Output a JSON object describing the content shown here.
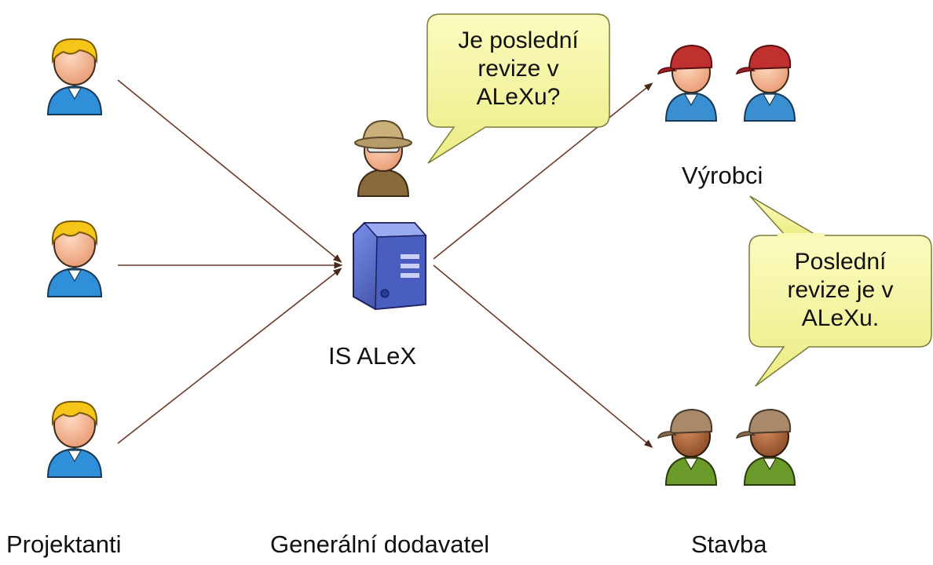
{
  "colors": {
    "background": "#ffffff",
    "connector": "#6b3a2a",
    "bubble_fill": "#f4f49a",
    "bubble_stroke": "#7a7a3a",
    "designer_hair": "#f5c518",
    "designer_shirt": "#2f8fd8",
    "manufacturer_cap": "#c0302e",
    "manufacturer_shirt": "#3a8fd0",
    "site_cap": "#a88a6a",
    "site_shirt": "#6a9a2a",
    "contractor_hat": "#b59a6a",
    "contractor_shirt": "#8a6a3a",
    "server_body": "#3d52b0"
  },
  "groups": {
    "designers": {
      "label": "Projektanti",
      "icon": "person-blonde-icon",
      "count": 3
    },
    "contractor": {
      "label": "Generální dodavatel",
      "icon": "person-hat-icon"
    },
    "system": {
      "label": "IS ALeX",
      "icon": "server-icon"
    },
    "manufacturers": {
      "label": "Výrobci",
      "icon": "person-red-cap-icon",
      "count": 2
    },
    "site": {
      "label": "Stavba",
      "icon": "person-brown-cap-icon",
      "count": 2
    }
  },
  "bubbles": {
    "question": {
      "lines": [
        "Je poslední",
        "revize v",
        "ALeXu?"
      ]
    },
    "answer": {
      "lines": [
        "Poslední",
        "revize je v",
        "ALeXu."
      ]
    }
  },
  "edges": [
    {
      "from": "designers.1",
      "to": "system"
    },
    {
      "from": "designers.2",
      "to": "system"
    },
    {
      "from": "designers.3",
      "to": "system"
    },
    {
      "from": "system",
      "to": "manufacturers"
    },
    {
      "from": "system",
      "to": "site"
    }
  ]
}
